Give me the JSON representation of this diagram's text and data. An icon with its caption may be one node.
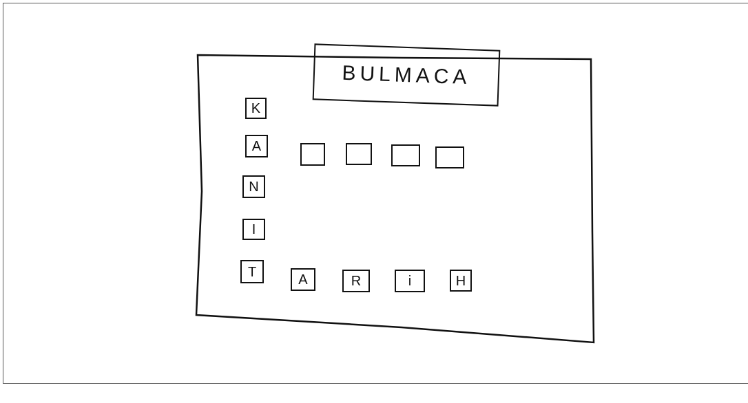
{
  "diagram": {
    "nodes": [
      {
        "text": [],
        "shape": "box"
      },
      {
        "text": [
          "BULMACA"
        ],
        "in": 0
      },
      {
        "text": [
          "K"
        ],
        "in": 0
      },
      {
        "text": [
          "A"
        ],
        "in": 0
      },
      {
        "text": [],
        "shape": "box",
        "in": 0
      },
      {
        "text": [],
        "shape": "box",
        "in": 0
      },
      {
        "text": [],
        "shape": "box",
        "in": 0
      },
      {
        "text": [],
        "shape": "box",
        "in": 0
      },
      {
        "text": [
          "N"
        ],
        "in": 0
      },
      {
        "text": [
          "I"
        ],
        "in": 0
      },
      {
        "text": [
          "T"
        ],
        "in": 0
      },
      {
        "text": [
          "A"
        ],
        "in": 0
      },
      {
        "text": [
          "R"
        ],
        "in": 0
      },
      {
        "text": [
          "i"
        ],
        "in": 0
      },
      {
        "text": [
          "H"
        ],
        "in": 0
      }
    ],
    "edges": []
  }
}
